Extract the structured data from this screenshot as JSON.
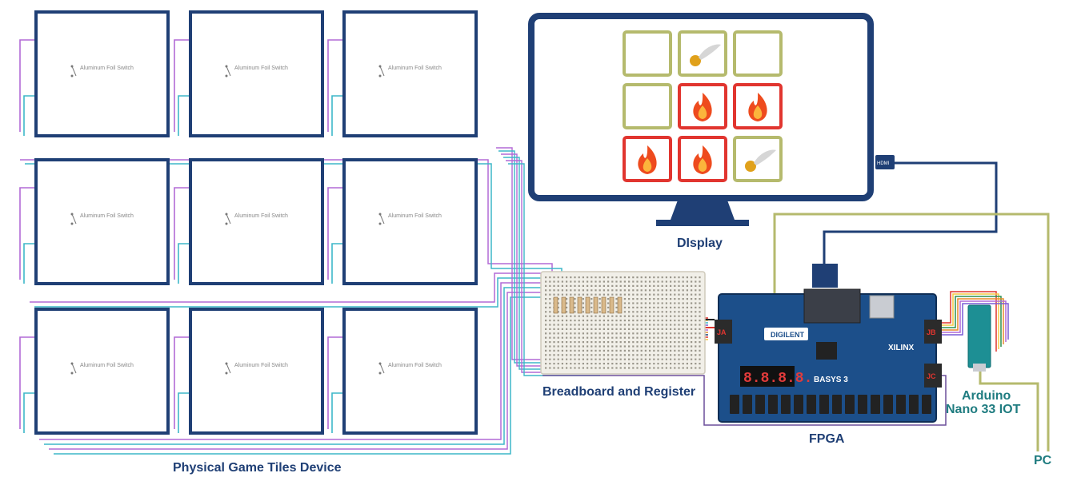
{
  "tiles": {
    "label": "Physical Game Tiles Device",
    "switch_label": "Aluminum Foil Switch",
    "count": 9
  },
  "breadboard": {
    "label": "Breadboard and Register"
  },
  "fpga": {
    "label": "FPGA",
    "brand": "DIGILENT",
    "chip_brand": "XILINX",
    "board_name": "BASYS 3",
    "display_digits": "8.8.8.8.",
    "port_labels": [
      "JA",
      "JB",
      "JC"
    ]
  },
  "display": {
    "label": "DIsplay",
    "port_label": "HDMI",
    "grid": [
      [
        "empty",
        "snitch",
        "empty"
      ],
      [
        "empty",
        "fire",
        "fire"
      ],
      [
        "fire",
        "fire",
        "snitch"
      ]
    ]
  },
  "arduino": {
    "label_line1": "Arduino",
    "label_line2": "Nano 33 IOT"
  },
  "pc": {
    "label": "PC"
  },
  "colors": {
    "navy": "#1f3f75",
    "teal": "#1f7c80",
    "purple": "#b26ad6",
    "cyan": "#3db7c9",
    "olive": "#b5ba6d",
    "red": "#e1352f",
    "board": "#1c4f8a"
  }
}
